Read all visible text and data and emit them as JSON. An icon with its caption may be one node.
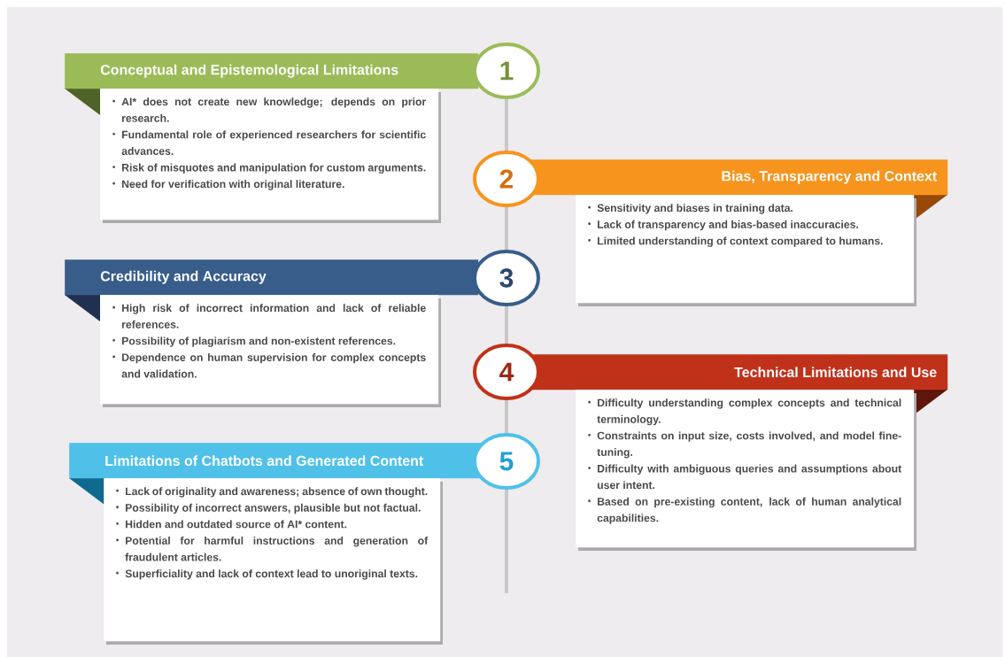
{
  "diagram": {
    "nodes": [
      {
        "text": [
          "Conceptual and Epistemological Limitations"
        ]
      },
      {
        "text": [
          "1"
        ]
      },
      {
        "text": [
          "AI* does not create new knowledge; depends on prior research.",
          "Fundamental role of experienced researchers for scientific advances.",
          "Risk of misquotes and manipulation for custom arguments.",
          "Need for verification with original literature."
        ]
      },
      {
        "text": [
          "Bias, Transparency and Context"
        ]
      },
      {
        "text": [
          "2"
        ]
      },
      {
        "text": [
          "Sensitivity and biases in training data.",
          "Lack of transparency and bias-based inaccuracies.",
          "Limited understanding of context compared to humans."
        ]
      },
      {
        "text": [
          "Credibility and Accuracy"
        ]
      },
      {
        "text": [
          "3"
        ]
      },
      {
        "text": [
          "High risk of incorrect information and lack of reliable references.",
          "Possibility of plagiarism and non-existent references.",
          "Dependence on human supervision for complex concepts and validation."
        ]
      },
      {
        "text": [
          "Technical Limitations and Use"
        ]
      },
      {
        "text": [
          "4"
        ]
      },
      {
        "text": [
          "Difficulty understanding complex concepts and technical terminology.",
          "Constraints on input size, costs involved, and model fine-tuning.",
          "Difficulty with ambiguous queries and assumptions about user intent.",
          "Based on pre-existing content, lack of human analytical capabilities."
        ]
      },
      {
        "text": [
          "Limitations of Chatbots and Generated Content"
        ]
      },
      {
        "text": [
          "5"
        ]
      },
      {
        "text": [
          "Lack of originality and awareness; absence of own thought.",
          "Possibility of incorrect answers, plausible but not factual.",
          "Hidden and outdated source of AI* content.",
          "Potential for harmful instructions and generation of fraudulent articles.",
          "Superficiality and lack of context lead to unoriginal texts."
        ]
      }
    ],
    "edges": [
      {
        "from": 1,
        "to": 4,
        "arrow": "none"
      },
      {
        "from": 4,
        "to": 7,
        "arrow": "none"
      },
      {
        "from": 7,
        "to": 10,
        "arrow": "none"
      },
      {
        "from": 10,
        "to": 13,
        "arrow": "none"
      }
    ]
  }
}
